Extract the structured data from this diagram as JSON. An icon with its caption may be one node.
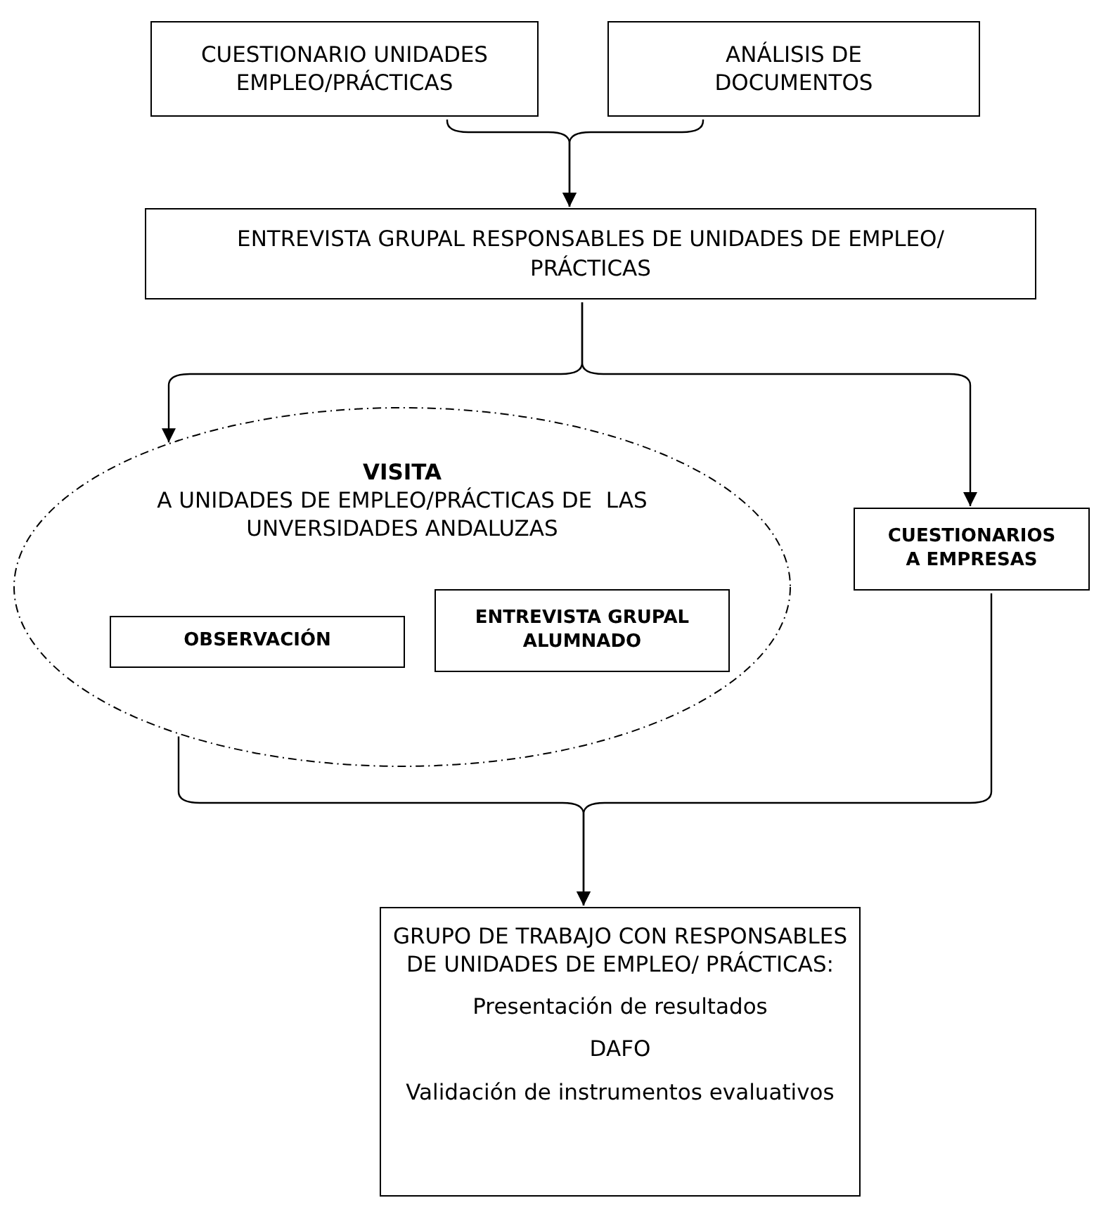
{
  "diagram": {
    "nodes": [
      {
        "text": [
          "CUESTIONARIO UNIDADES EMPLEO/PRÁCTICAS"
        ]
      },
      {
        "text": [
          "ANÁLISIS DE DOCUMENTOS"
        ]
      },
      {
        "text": [
          "ENTREVISTA GRUPAL RESPONSABLES DE UNIDADES DE EMPLEO/ PRÁCTICAS"
        ]
      },
      {
        "text": [
          "VISITA",
          "A UNIDADES DE EMPLEO/PRÁCTICAS DE  LAS UNVERSIDADES ANDALUZAS"
        ]
      },
      {
        "text": [
          "OBSERVACIÓN"
        ],
        "in": 3
      },
      {
        "text": [
          "ENTREVISTA GRUPAL ALUMNADO"
        ],
        "in": 3
      },
      {
        "text": [
          "CUESTIONARIOS A EMPRESAS"
        ]
      },
      {
        "text": [
          "GRUPO DE TRABAJO CON RESPONSABLES DE UNIDADES DE EMPLEO/ PRÁCTICAS:",
          "Presentación de resultados",
          "DAFO",
          "Validación de instrumentos evaluativos"
        ]
      }
    ],
    "edges": [
      {
        "from": 0,
        "to": 2,
        "arrow": "to"
      },
      {
        "from": 1,
        "to": 2,
        "arrow": "to"
      },
      {
        "from": 2,
        "to": 3,
        "arrow": "to"
      },
      {
        "from": 2,
        "to": 6,
        "arrow": "to"
      },
      {
        "from": 3,
        "to": 7,
        "arrow": "to"
      },
      {
        "from": 6,
        "to": 7,
        "arrow": "to"
      }
    ]
  }
}
